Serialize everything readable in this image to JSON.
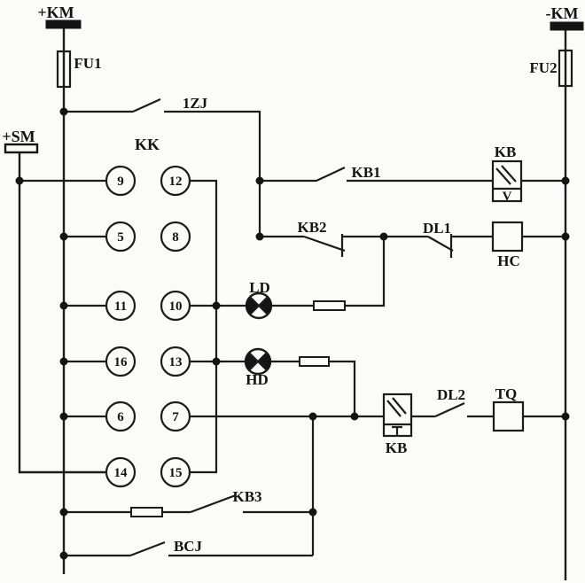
{
  "labels": {
    "km_plus": "+KM",
    "km_minus": "-KM",
    "sm_plus": "+SM",
    "fu1": "FU1",
    "fu2": "FU2",
    "zj1": "1ZJ",
    "kk": "KK",
    "kb_top": "KB",
    "kb_top_letter": "V",
    "kb1": "KB1",
    "kb2": "KB2",
    "dl1": "DL1",
    "hc": "HC",
    "ld": "LD",
    "hd": "HD",
    "kb_mid": "KB",
    "dl2": "DL2",
    "tq": "TQ",
    "kb3": "KB3",
    "bcj": "BCJ"
  },
  "kk_contacts": [
    "9",
    "12",
    "5",
    "8",
    "11",
    "10",
    "16",
    "13",
    "6",
    "7",
    "14",
    "15"
  ],
  "colors": {
    "line": "#1c1c1c",
    "background": "#fbfbf7"
  }
}
